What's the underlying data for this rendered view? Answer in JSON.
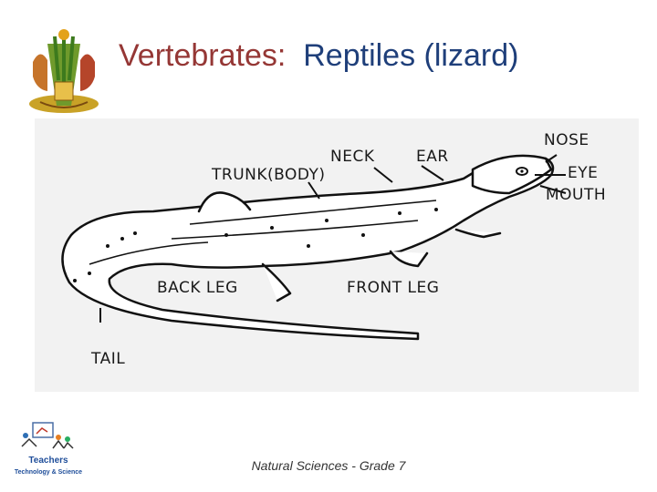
{
  "slide": {
    "title_part1": "Vertebrates:",
    "title_part2": "Reptiles (lizard)",
    "footer": "Natural Sciences - Grade 7"
  },
  "diagram": {
    "labels": {
      "neck": "NECK",
      "ear": "EAR",
      "nose": "NOSE",
      "trunk": "TRUNK(BODY)",
      "eye": "EYE",
      "mouth": "MOUTH",
      "back_leg": "BACK LEG",
      "front_leg": "FRONT LEG",
      "tail": "TAIL"
    }
  },
  "logo_bottom": {
    "line1": "Teachers",
    "line2": "Technology & Science"
  },
  "colors": {
    "title_part1": "#953735",
    "title_part2": "#1f3f7a",
    "panel": "#f2f2f2"
  }
}
